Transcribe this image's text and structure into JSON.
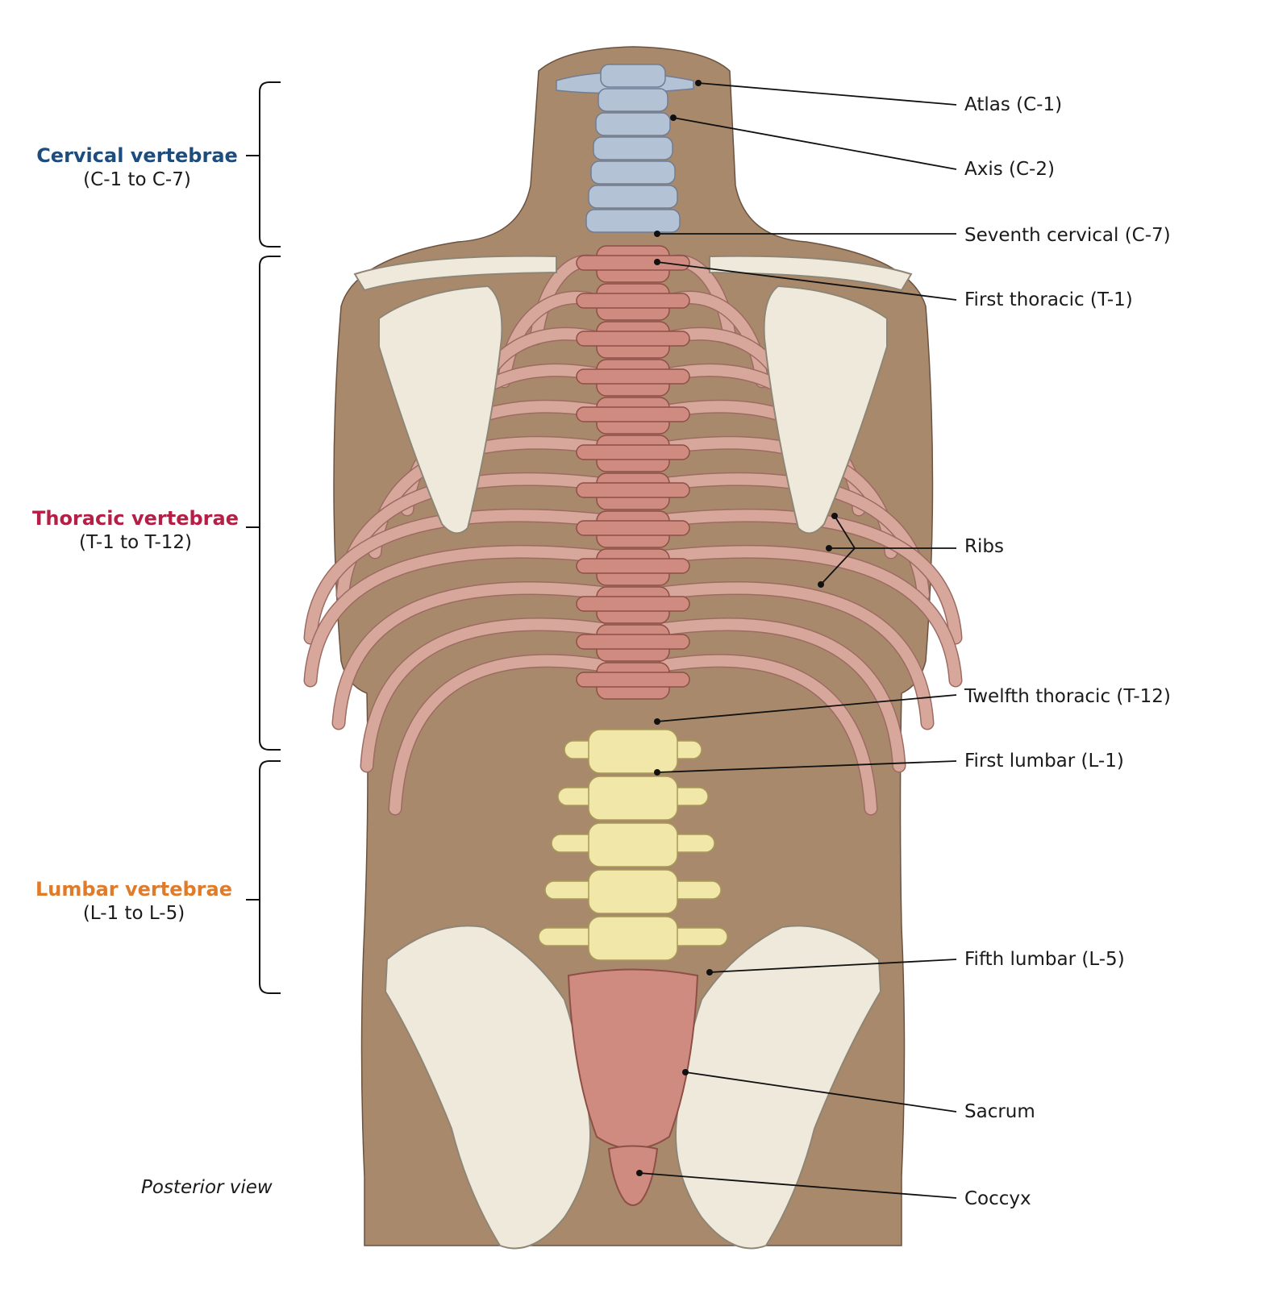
{
  "colors": {
    "background": "#ffffff",
    "skin": "#a9896c",
    "cervical": "#b4c2d6",
    "thoracic": "#cf8b80",
    "rib": "#d8a79c",
    "lumbar": "#f1e7a8",
    "bone": "#efe9dc",
    "cervical_title": "#1e4c7c",
    "thoracic_title": "#b51f45",
    "lumbar_title": "#e07b2a",
    "leader": "#111111"
  },
  "groups": {
    "cervical": {
      "title": "Cervical vertebrae",
      "range": "(C-1 to C-7)"
    },
    "thoracic": {
      "title": "Thoracic vertebrae",
      "range": "(T-1 to T-12)"
    },
    "lumbar": {
      "title": "Lumbar vertebrae",
      "range": "(L-1 to L-5)"
    }
  },
  "labels": {
    "atlas": "Atlas (C-1)",
    "axis": "Axis (C-2)",
    "c7": "Seventh cervical (C-7)",
    "t1": "First thoracic (T-1)",
    "ribs": "Ribs",
    "t12": "Twelfth thoracic (T-12)",
    "l1": "First lumbar (L-1)",
    "l5": "Fifth lumbar (L-5)",
    "sacrum": "Sacrum",
    "coccyx": "Coccyx"
  },
  "view_caption": "Posterior view"
}
